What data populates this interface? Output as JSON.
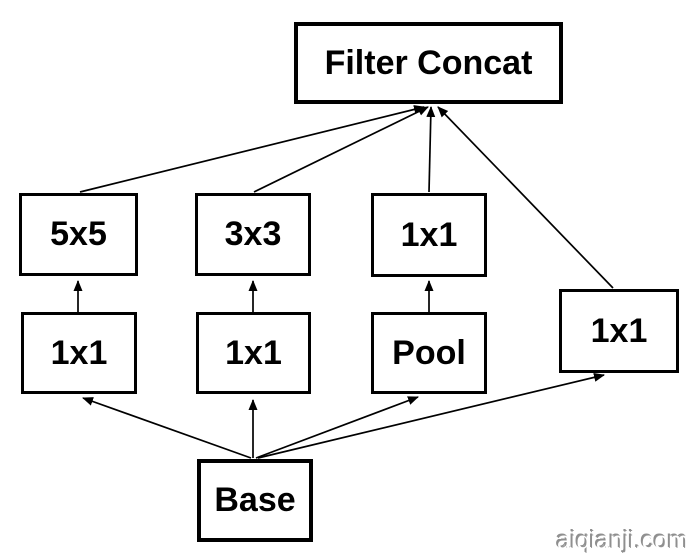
{
  "diagram": {
    "nodes": {
      "filter_concat": {
        "label": "Filter Concat"
      },
      "conv5x5": {
        "label": "5x5"
      },
      "conv3x3": {
        "label": "3x3"
      },
      "conv1x1_top": {
        "label": "1x1"
      },
      "conv1x1_left": {
        "label": "1x1"
      },
      "conv1x1_mid": {
        "label": "1x1"
      },
      "pool": {
        "label": "Pool"
      },
      "conv1x1_right": {
        "label": "1x1"
      },
      "base": {
        "label": "Base"
      }
    },
    "edges": [
      {
        "from": "conv1x1_left",
        "to": "conv5x5"
      },
      {
        "from": "conv1x1_mid",
        "to": "conv3x3"
      },
      {
        "from": "pool",
        "to": "conv1x1_top"
      },
      {
        "from": "conv5x5",
        "to": "filter_concat"
      },
      {
        "from": "conv3x3",
        "to": "filter_concat"
      },
      {
        "from": "conv1x1_top",
        "to": "filter_concat"
      },
      {
        "from": "conv1x1_right",
        "to": "filter_concat"
      },
      {
        "from": "base",
        "to": "conv1x1_left"
      },
      {
        "from": "base",
        "to": "conv1x1_mid"
      },
      {
        "from": "base",
        "to": "pool"
      },
      {
        "from": "base",
        "to": "conv1x1_right"
      }
    ]
  },
  "watermark": {
    "text": "aiqianji.com"
  },
  "colors": {
    "background": "#ffffff",
    "box_border": "#000000",
    "box_fill": "#ffffff",
    "text": "#000000",
    "line": "#000000",
    "watermark_text": "#ffffff",
    "watermark_shadow": "#8f8f8f"
  }
}
